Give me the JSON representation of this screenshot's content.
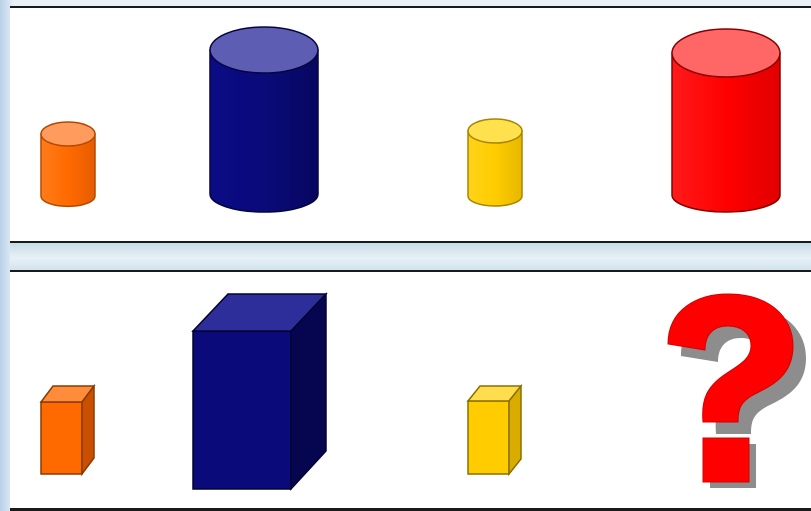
{
  "puzzle": {
    "top_row": {
      "items": [
        {
          "shape": "cylinder",
          "size": "small",
          "color": "orange"
        },
        {
          "shape": "cylinder",
          "size": "large",
          "color": "navy"
        },
        {
          "shape": "cylinder",
          "size": "small",
          "color": "yellow"
        },
        {
          "shape": "cylinder",
          "size": "large",
          "color": "red"
        }
      ]
    },
    "bottom_row": {
      "items": [
        {
          "shape": "rectangular-prism",
          "size": "small",
          "color": "orange"
        },
        {
          "shape": "rectangular-prism",
          "size": "large",
          "color": "navy"
        },
        {
          "shape": "rectangular-prism",
          "size": "small",
          "color": "yellow"
        },
        {
          "shape": "question-mark",
          "color": "red"
        }
      ]
    },
    "colors": {
      "orange": "#ff6a00",
      "navy": "#0a0a7a",
      "yellow": "#ffcc00",
      "red": "#ff0000"
    }
  }
}
